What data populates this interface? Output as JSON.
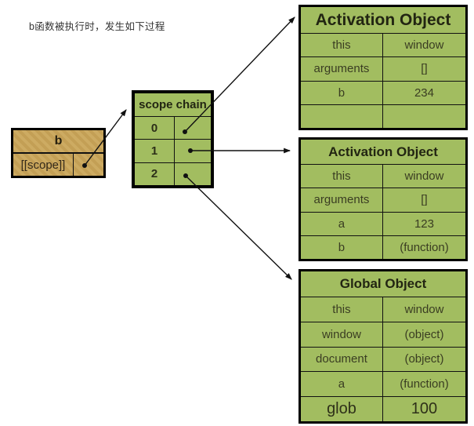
{
  "caption": "b函数被执行时，发生如下过程",
  "colors": {
    "table_green": "#a2bd60",
    "box_tan": "#c9a75c",
    "border_black": "#000000",
    "arrow_black": "#111111"
  },
  "function_box": {
    "title": "b",
    "scope_label": "[[scope]]"
  },
  "scope_chain": {
    "title": "scope chain",
    "indices": [
      "0",
      "1",
      "2"
    ]
  },
  "tables": [
    {
      "title": "Activation Object",
      "rows": [
        [
          "this",
          "window"
        ],
        [
          "arguments",
          "[]"
        ],
        [
          "b",
          "234"
        ],
        [
          "",
          ""
        ]
      ]
    },
    {
      "title": "Activation Object",
      "rows": [
        [
          "this",
          "window"
        ],
        [
          "arguments",
          "[]"
        ],
        [
          "a",
          "123"
        ],
        [
          "b",
          "(function)"
        ]
      ]
    },
    {
      "title": "Global Object",
      "rows": [
        [
          "this",
          "window"
        ],
        [
          "window",
          "(object)"
        ],
        [
          "document",
          "(object)"
        ],
        [
          "a",
          "(function)"
        ],
        [
          "glob",
          "100"
        ]
      ]
    }
  ]
}
